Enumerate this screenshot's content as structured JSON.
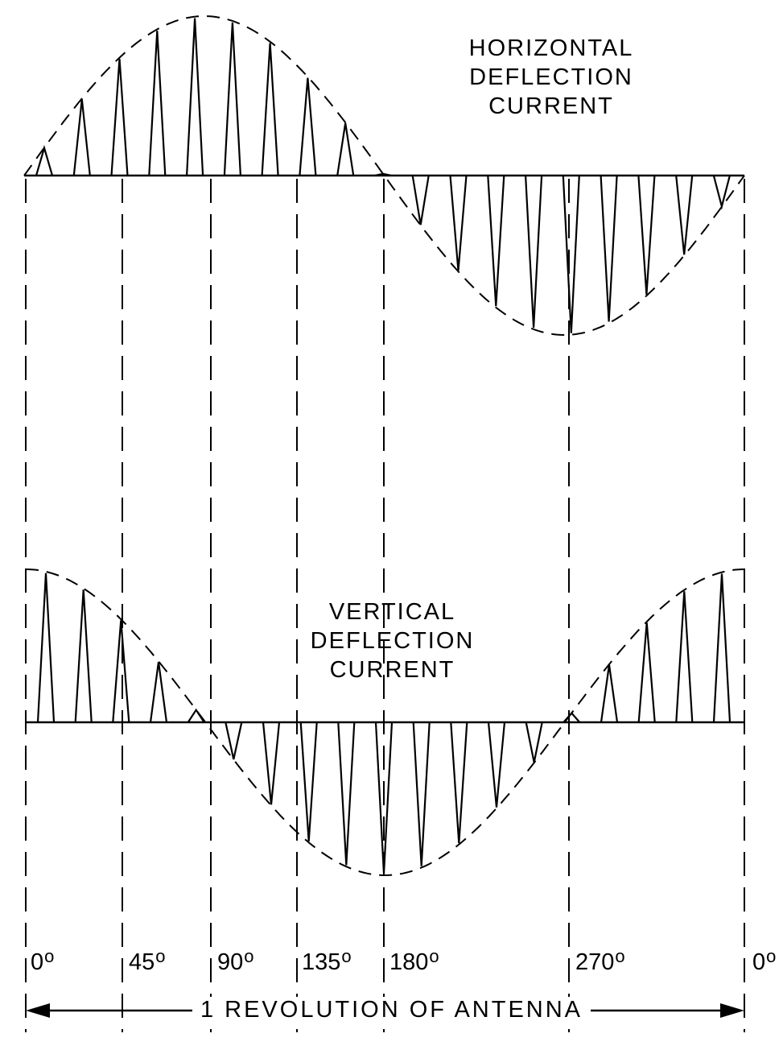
{
  "labels": {
    "horizontal": [
      "HORIZONTAL",
      "DEFLECTION",
      "CURRENT"
    ],
    "vertical": [
      "VERTICAL",
      "DEFLECTION",
      "CURRENT"
    ],
    "revolution": "1 REVOLUTION OF ANTENNA"
  },
  "angles": [
    {
      "value": "0",
      "unit": "o"
    },
    {
      "value": "45",
      "unit": "o"
    },
    {
      "value": "90",
      "unit": "o"
    },
    {
      "value": "135",
      "unit": "o"
    },
    {
      "value": "180",
      "unit": "o"
    },
    {
      "value": "270",
      "unit": "o"
    },
    {
      "value": "0",
      "unit": "o"
    }
  ],
  "colors": {
    "ink": "#000000",
    "paper": "#ffffff"
  }
}
